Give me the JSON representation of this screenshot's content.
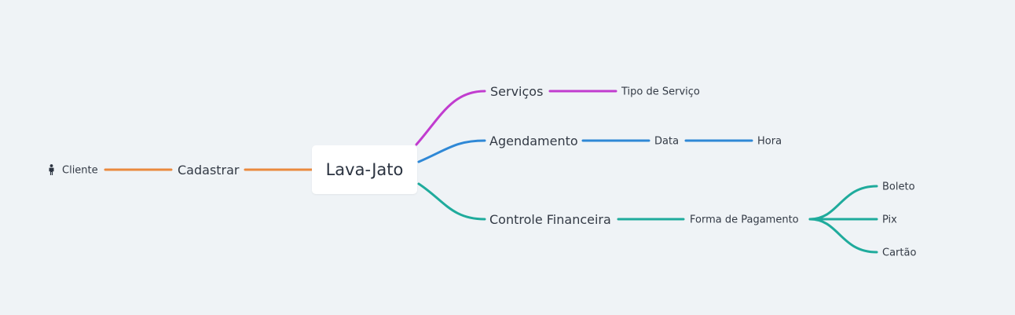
{
  "root": {
    "label": "Lava-Jato"
  },
  "nodes": {
    "cadastrar": "Cadastrar",
    "cliente": "Cliente",
    "servicos": "Serviços",
    "tipo_servico": "Tipo de Serviço",
    "agendamento": "Agendamento",
    "data": "Data",
    "hora": "Hora",
    "controle": "Controle Financeira",
    "forma_pagamento": "Forma de Pagamento",
    "boleto": "Boleto",
    "pix": "Pix",
    "cartao": "Cartão"
  },
  "icons": {
    "cliente": "person-icon"
  },
  "colors": {
    "background": "#eff3f6",
    "cadastrar_branch": "#ea8a3e",
    "servicos_branch": "#c13ccf",
    "agendamento_branch": "#2f88d6",
    "controle_branch": "#1fab9c"
  }
}
